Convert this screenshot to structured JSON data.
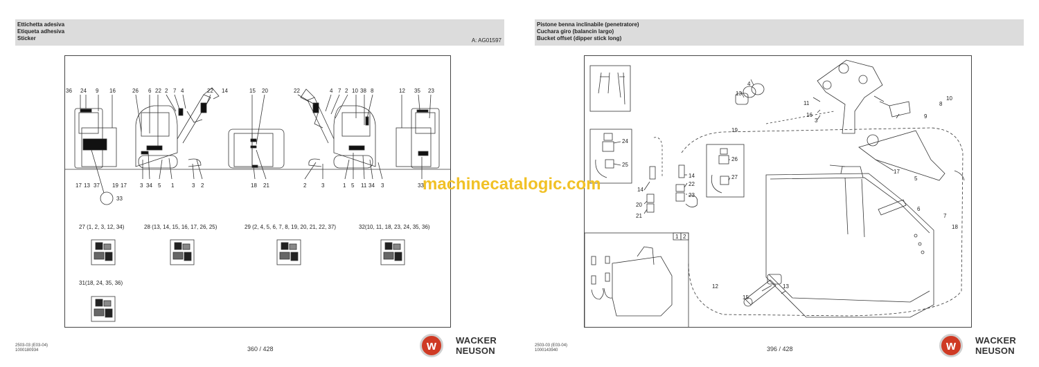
{
  "left_page": {
    "header": {
      "line1": "Ettichetta adesiva",
      "line2": "Etiqueta adhesiva",
      "line3": "Sticker",
      "ref": "A: AG01597"
    },
    "callouts_top": [
      "36",
      "24",
      "9",
      "16",
      "26",
      "6",
      "22",
      "2",
      "7",
      "4",
      "22",
      "14",
      "15",
      "20",
      "22",
      "4",
      "7",
      "2",
      "10",
      "38",
      "8",
      "12",
      "35",
      "23"
    ],
    "callouts_bottom": [
      "17",
      "13",
      "37",
      "19",
      "17",
      "3",
      "34",
      "5",
      "1",
      "3",
      "2",
      "18",
      "21",
      "2",
      "3",
      "1",
      "5",
      "11",
      "34",
      "3",
      "33"
    ],
    "callout_33": "33",
    "sets": [
      {
        "label": "27 (1, 2, 3, 12, 34)"
      },
      {
        "label": "28 (13, 14, 15, 16, 17, 26, 25)"
      },
      {
        "label": "29 (2, 4, 5, 6, 7, 8, 19, 20, 21, 22, 37)"
      },
      {
        "label": "32(10, 11, 18, 23, 24, 35, 36)"
      },
      {
        "label": "31(18, 24, 35, 36)"
      }
    ],
    "footer_code1": "2503-03 (E03-04)",
    "footer_code2": "1000180934",
    "page_number": "360 / 428"
  },
  "right_page": {
    "header": {
      "line1": "Pistone benna inclinabile (penetratore)",
      "line2": "Cuchara giro (balancin largo)",
      "line3": "Bucket offset (dipper stick long)"
    },
    "callouts": [
      "4",
      "13",
      "11",
      "10",
      "8",
      "9",
      "16",
      "3",
      "19",
      "24",
      "25",
      "14",
      "20",
      "21",
      "14",
      "22",
      "23",
      "26",
      "27",
      "17",
      "5",
      "6",
      "7",
      "18",
      "12",
      "15",
      "13"
    ],
    "inset_tabs": [
      "1",
      "2"
    ],
    "footer_code1": "2503-03 (E03-04)",
    "footer_code2": "1000143940",
    "page_number": "396 / 428"
  },
  "brand": {
    "logo_letter": "w",
    "name_line1": "WACKER",
    "name_line2": "NEUSON",
    "accent_color": "#cf3a24"
  },
  "watermark": "machinecatalogic.com"
}
